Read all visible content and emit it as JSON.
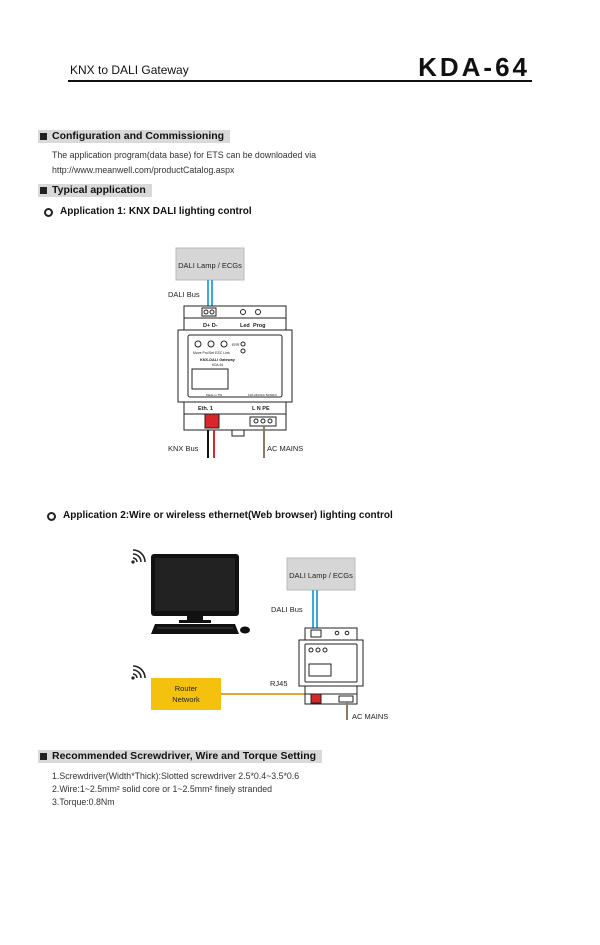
{
  "header": {
    "title": "KNX to DALI Gateway",
    "model": "KDA-64"
  },
  "sections": {
    "config": {
      "heading": "Configuration and Commissioning",
      "line1": "The application program(data base) for ETS can be downloaded via",
      "line2": "http://www.meanwell.com/productCatalog.aspx"
    },
    "typical": {
      "heading": "Typical application"
    },
    "app1": {
      "title": "Application 1: KNX DALI lighting control",
      "lamp_box": "DALI Lamp / ECGs",
      "dali_bus": "DALI Bus",
      "terminal_dali": "D+ D-",
      "label_led": "Led",
      "label_prog": "Prog",
      "buttons": "Move  Pro/Set  ESC  Link",
      "indicator_err": "ERR",
      "device_name": "KNX-DALI Gateway",
      "device_model": "KDA-64",
      "made_in": "Made in TW",
      "rating": "100-240VAC 50/60Hz",
      "term_eth": "Eth. 1",
      "term_mains": "L  N  PE",
      "knx_bus": "KNX Bus",
      "ac_mains": "AC MAINS"
    },
    "app2": {
      "title": "Application 2:Wire or wireless ethernet(Web browser) lighting control",
      "lamp_box": "DALI Lamp / ECGs",
      "dali_bus": "DALI Bus",
      "router_line1": "Router",
      "router_line2": "Network",
      "rj45": "RJ45",
      "ac_mains": "AC MAINS"
    },
    "screwdriver": {
      "heading": "Recommended Screwdriver, Wire and Torque Setting",
      "line1": "1.Screwdriver(Width*Thick):Slotted screwdriver 2.5*0.4~3.5*0.6",
      "line2": "2.Wire:1~2.5mm² solid core or 1~2.5mm² finely stranded",
      "line3": "3.Torque:0.8Nm"
    }
  },
  "colors": {
    "dali_bus": "#3da9dd",
    "knx_red": "#d8262b",
    "mains": "#8a7a62",
    "router": "#f4c20e",
    "ethernet": "#e8a23a"
  }
}
